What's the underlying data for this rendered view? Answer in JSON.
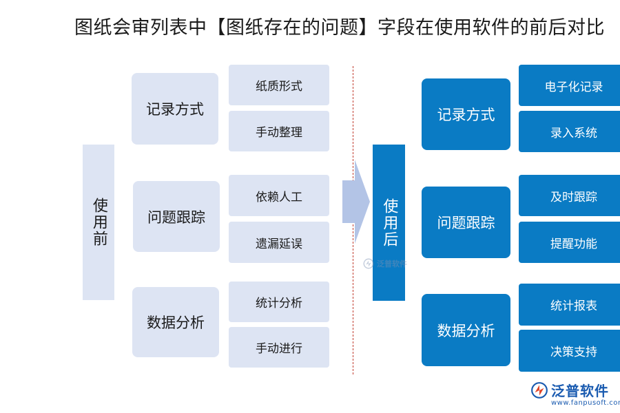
{
  "title": "图纸会审列表中【图纸存在的问题】字段在使用软件的前后对比",
  "before": {
    "label": "使用前",
    "groups": [
      {
        "category": "记录方式",
        "items": [
          "纸质形式",
          "手动整理"
        ]
      },
      {
        "category": "问题跟踪",
        "items": [
          "依赖人工",
          "遗漏延误"
        ]
      },
      {
        "category": "数据分析",
        "items": [
          "统计分析",
          "手动进行"
        ]
      }
    ]
  },
  "after": {
    "label": "使用后",
    "groups": [
      {
        "category": "记录方式",
        "items": [
          "电子化记录",
          "录入系统"
        ]
      },
      {
        "category": "问题跟踪",
        "items": [
          "及时跟踪",
          "提醒功能"
        ]
      },
      {
        "category": "数据分析",
        "items": [
          "统计报表",
          "决策支持"
        ]
      }
    ]
  },
  "watermark": {
    "center_text": "泛普软件",
    "logo_text": "泛普软件",
    "url": "www.fanpusoft.com"
  },
  "colors": {
    "before_fill": "#dde4f3",
    "after_fill": "#0a7bc4",
    "arrow_fill": "#b3c4e6",
    "divider": "#c0392b",
    "brand": "#1a5bb0"
  }
}
